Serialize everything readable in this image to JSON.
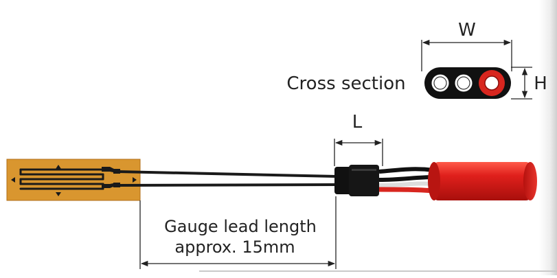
{
  "labels": {
    "w": "W",
    "h": "H",
    "l": "L",
    "cross_section": "Cross section",
    "lead_length_line1": "Gauge lead length",
    "lead_length_line2": "approx. 15mm"
  },
  "colors": {
    "substrate": "#d9962f",
    "grid": "#1a1a1a",
    "sheath": "#e0201c",
    "conductor_red": "#d8261f",
    "insulation_black": "#111111",
    "dimension_line": "#222222"
  }
}
